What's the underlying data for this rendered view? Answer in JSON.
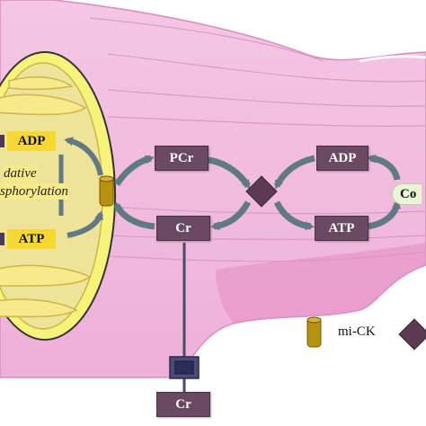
{
  "mito": {
    "adp": "ADP",
    "atp": "ATP",
    "ox_line1": "dative",
    "ox_line2": "sphorylation"
  },
  "cycle_left": {
    "top": "PCr",
    "bottom": "Cr"
  },
  "cycle_right": {
    "top": "ADP",
    "bottom": "ATP"
  },
  "cofactor": "Co",
  "external": {
    "cr": "Cr"
  },
  "legend": {
    "mick": "mi-CK"
  },
  "colors": {
    "cell": "#f0b8dc",
    "mito_outer": "#f7f27a",
    "mito_inner": "#efe39a",
    "box": "#6a4a63",
    "arrow": "#607a84",
    "enzyme": "#b8920e"
  }
}
